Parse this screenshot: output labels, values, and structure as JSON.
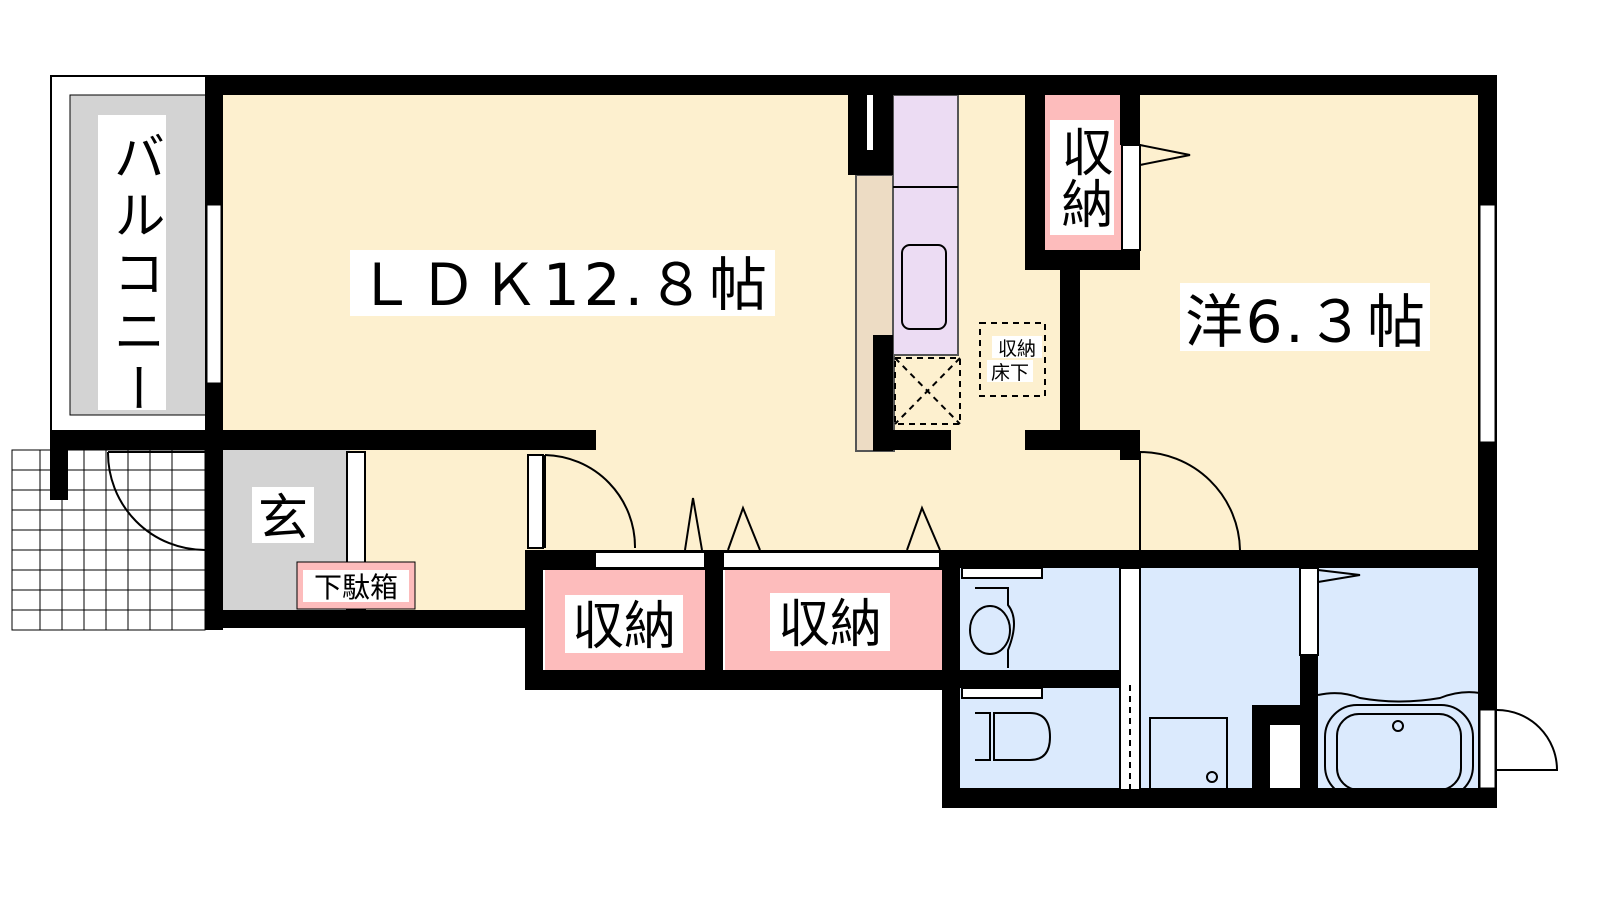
{
  "floorplan": {
    "rooms": {
      "balcony": "バルコニー",
      "ldk": "ＬＤＫ12.８帖",
      "western_room": "洋6.３帖",
      "storage_top": "収納",
      "storage_bottom_left": "収納",
      "storage_bottom_right": "収納",
      "underfloor_storage_line1": "収納",
      "underfloor_storage_line2": "床下",
      "entrance": "玄",
      "shoe_cabinet": "下駄箱"
    },
    "colors": {
      "ldk": "#fdf0cf",
      "storage": "#fdbcbc",
      "wet_area": "#dbeafd",
      "kitchen": "#ecdcf3",
      "entrance": "#d3d3d3",
      "wall": "#000000"
    }
  }
}
